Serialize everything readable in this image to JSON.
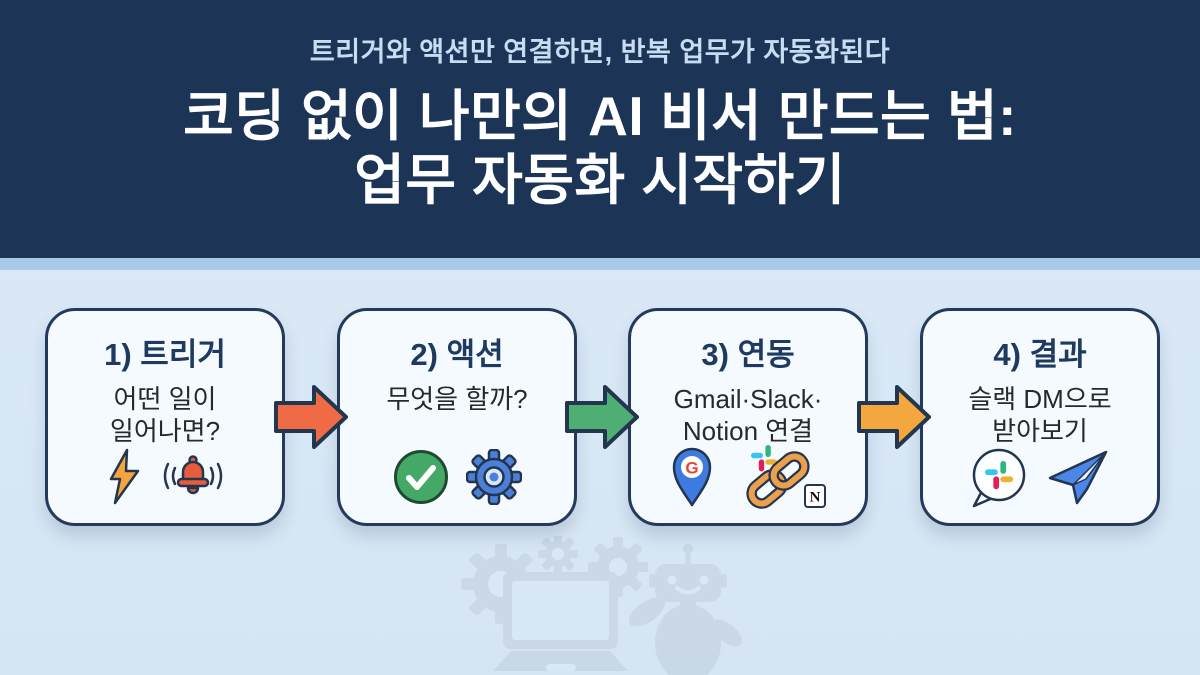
{
  "header": {
    "subtitle": "트리거와 액션만 연결하면, 반복 업무가 자동화된다",
    "title_line1": "코딩 없이 나만의 AI 비서 만드는 법:",
    "title_line2": "업무 자동화 시작하기"
  },
  "cards": [
    {
      "title": "1) 트리거",
      "body": "어떤 일이\n일어나면?",
      "icons": [
        "lightning-icon",
        "bell-icon"
      ]
    },
    {
      "title": "2) 액션",
      "body": "무엇을 할까?",
      "icons": [
        "check-circle-icon",
        "gear-icon"
      ]
    },
    {
      "title": "3) 연동",
      "body": "Gmail·Slack·\nNotion 연결",
      "icons": [
        "google-map-pin-icon",
        "slack-logo-icon",
        "chain-link-icon",
        "notion-icon"
      ],
      "google_letter": "G",
      "notion_letter": "N"
    },
    {
      "title": "4) 결과",
      "body": "슬랙 DM으로\n받아보기",
      "icons": [
        "slack-speech-bubble-icon",
        "paper-plane-icon"
      ]
    }
  ],
  "arrows": [
    {
      "color": "#EE6B45"
    },
    {
      "color": "#4FAE73"
    },
    {
      "color": "#F4A73E"
    }
  ],
  "colors": {
    "header_bg": "#1C3557",
    "subtitle_text": "#C9DDF2",
    "title_text": "#FFFFFF",
    "accent_strip": "#A7CAE9",
    "body_bg": "#DCEAF8",
    "card_bg": "#F5FAFE",
    "card_border": "#24395B",
    "card_title_text": "#1F3A60",
    "card_body_text": "#27292C",
    "watermark": "#C3D1E0"
  },
  "watermark_icons": [
    "gear",
    "laptop",
    "robot"
  ]
}
